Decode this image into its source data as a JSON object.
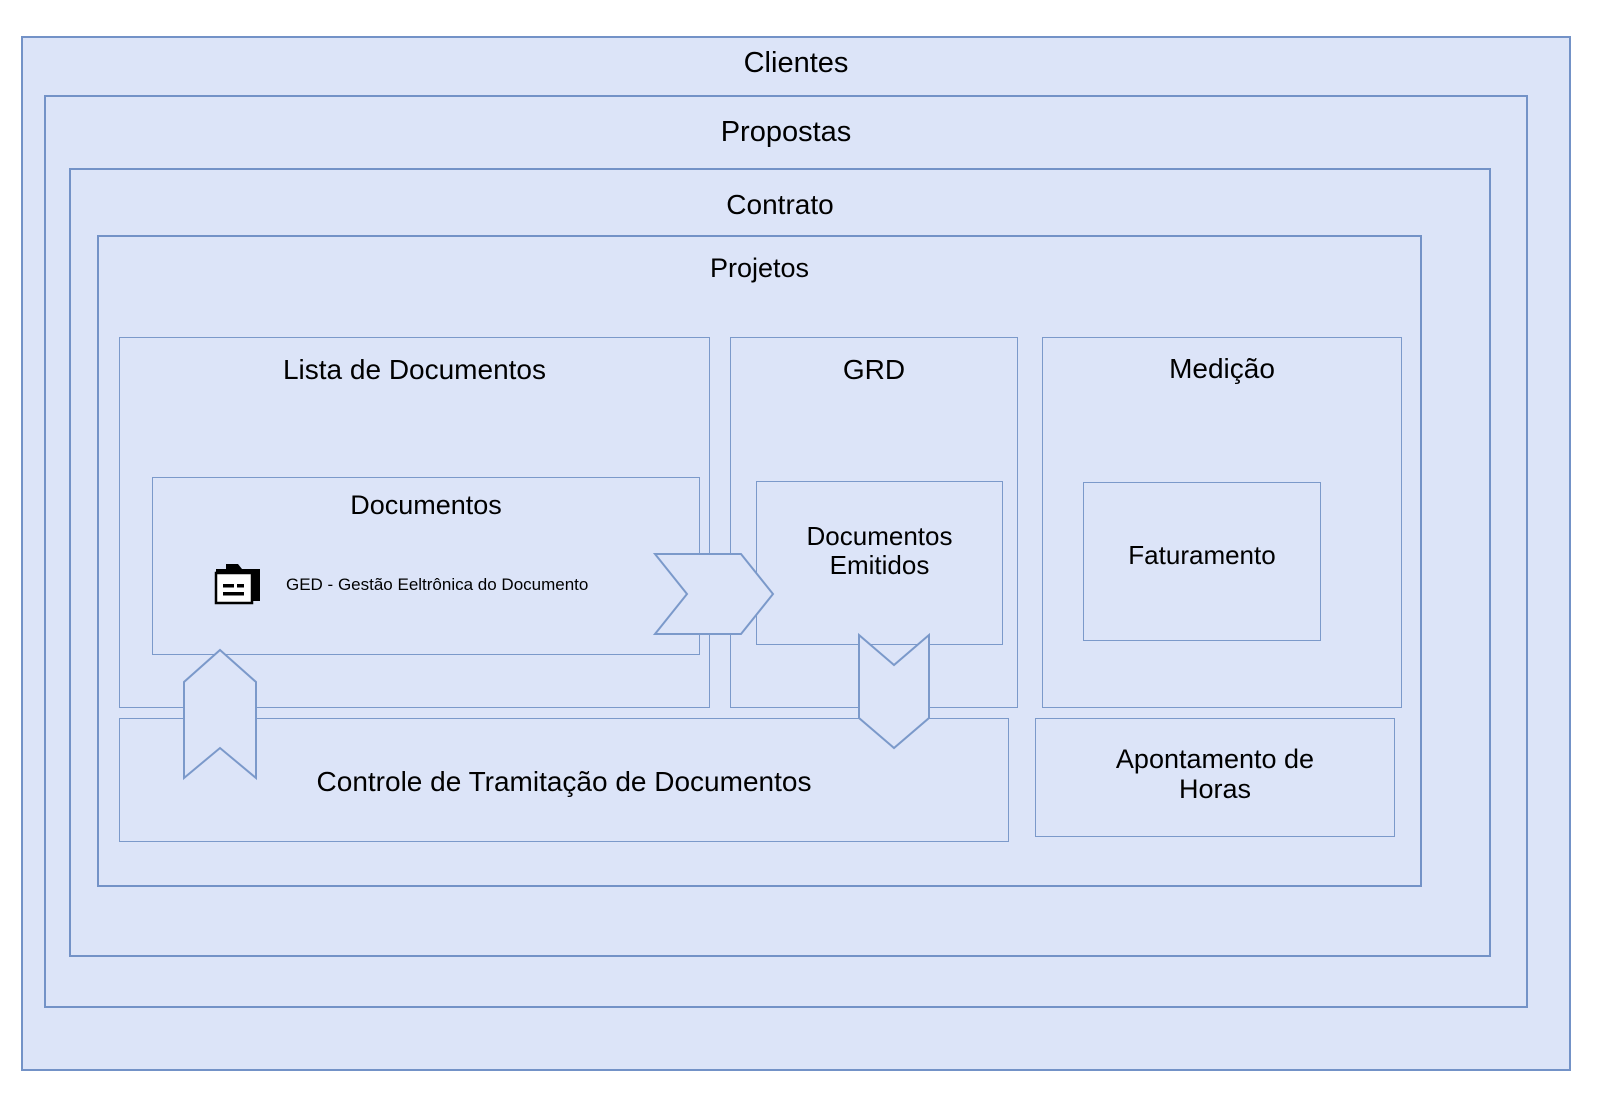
{
  "diagram": {
    "type": "nested-container-diagram",
    "palette": {
      "fill": "#dce4f8",
      "border": "#7392c7",
      "inner_border": "#7b99ca",
      "text": "#000000",
      "page_background": "#ffffff"
    },
    "levels": [
      {
        "id": "clientes",
        "label": "Clientes"
      },
      {
        "id": "propostas",
        "label": "Propostas"
      },
      {
        "id": "contrato",
        "label": "Contrato"
      },
      {
        "id": "projetos",
        "label": "Projetos"
      }
    ],
    "modules": {
      "lista_documentos": {
        "label": "Lista de Documentos"
      },
      "grd": {
        "label": "GRD"
      },
      "medicao": {
        "label": "Medição"
      },
      "documentos": {
        "label": "Documentos"
      },
      "documentos_emitidos": {
        "label": "Documentos\nEmitidos"
      },
      "faturamento": {
        "label": "Faturamento"
      },
      "controle_tramitacao": {
        "label": "Controle de Tramitação de Documentos"
      },
      "apontamento_horas": {
        "label": "Apontamento de\nHoras"
      }
    },
    "items": {
      "ged": {
        "label": "GED - Gestão Eeltrônica do Documento",
        "icon": "folder-document-icon"
      }
    },
    "connectors": [
      {
        "id": "documentos-to-documentos-emitidos",
        "direction": "right",
        "shape": "chevron-arrow"
      },
      {
        "id": "documentos-emitidos-to-controle",
        "direction": "down",
        "shape": "chevron-arrow"
      },
      {
        "id": "controle-to-documentos",
        "direction": "up",
        "shape": "chevron-arrow"
      }
    ]
  }
}
